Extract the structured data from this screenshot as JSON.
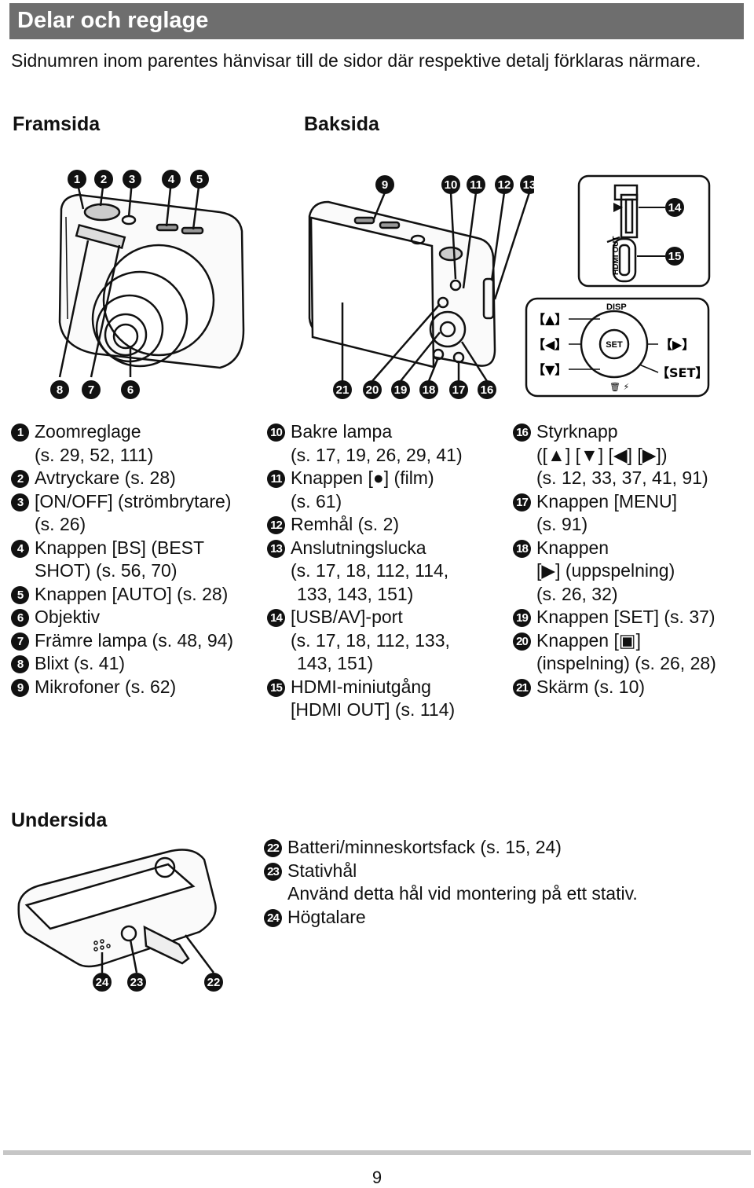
{
  "header": {
    "title": "Delar och reglage"
  },
  "intro": "Sidnumren inom parentes hänvisar till de sidor där respektive detalj förklaras närmare.",
  "labels": {
    "front": "Framsida",
    "back": "Baksida",
    "bottom": "Undersida"
  },
  "front_items": [
    {
      "n": "1",
      "lines": [
        "Zoomreglage",
        "(s. 29, 52, 111)"
      ]
    },
    {
      "n": "2",
      "lines": [
        "Avtryckare (s. 28)"
      ]
    },
    {
      "n": "3",
      "lines": [
        "[ON/OFF] (strömbrytare)",
        "(s. 26)"
      ]
    },
    {
      "n": "4",
      "lines": [
        "Knappen [BS] (BEST",
        "SHOT) (s. 56, 70)"
      ]
    },
    {
      "n": "5",
      "lines": [
        "Knappen [AUTO] (s. 28)"
      ]
    },
    {
      "n": "6",
      "lines": [
        "Objektiv"
      ]
    },
    {
      "n": "7",
      "lines": [
        "Främre lampa (s. 48, 94)"
      ]
    },
    {
      "n": "8",
      "lines": [
        "Blixt (s. 41)"
      ]
    },
    {
      "n": "9",
      "lines": [
        "Mikrofoner (s. 62)"
      ]
    }
  ],
  "back_items": [
    {
      "n": "10",
      "lines": [
        "Bakre lampa",
        "(s. 17, 19, 26, 29, 41)"
      ]
    },
    {
      "n": "11",
      "lines": [
        "Knappen [●] (film)",
        "(s. 61)"
      ]
    },
    {
      "n": "12",
      "lines": [
        "Remhål (s. 2)"
      ]
    },
    {
      "n": "13",
      "lines": [
        "Anslutningslucka",
        "(s. 17, 18, 112, 114,",
        "133, 143, 151)"
      ]
    },
    {
      "n": "14",
      "lines": [
        "[USB/AV]-port",
        "(s. 17, 18, 112, 133,",
        "143, 151)"
      ]
    },
    {
      "n": "15",
      "lines": [
        "HDMI-miniutgång",
        "[HDMI OUT] (s. 114)"
      ]
    }
  ],
  "right_items": [
    {
      "n": "16",
      "lines": [
        "Styrknapp",
        "([▲] [▼] [◀] [▶])",
        "(s. 12, 33, 37, 41, 91)"
      ]
    },
    {
      "n": "17",
      "lines": [
        "Knappen [MENU]",
        "(s. 91)"
      ]
    },
    {
      "n": "18",
      "lines": [
        "Knappen",
        "[▶] (uppspelning)",
        "(s. 26, 32)"
      ]
    },
    {
      "n": "19",
      "lines": [
        "Knappen [SET] (s. 37)"
      ]
    },
    {
      "n": "20",
      "lines": [
        "Knappen [▣]",
        "(inspelning) (s. 26, 28)"
      ]
    },
    {
      "n": "21",
      "lines": [
        "Skärm (s. 10)"
      ]
    }
  ],
  "bottom_items": [
    {
      "n": "22",
      "lines": [
        "Batteri/minneskortsfack (s. 15, 24)"
      ]
    },
    {
      "n": "23",
      "lines": [
        "Stativhål",
        "Använd detta hål vid montering på ett stativ."
      ]
    },
    {
      "n": "24",
      "lines": [
        "Högtalare"
      ]
    }
  ],
  "diagram_text": {
    "disp": "DISP",
    "set": "SET",
    "set_bracket": "【SET】",
    "up": "【▲】",
    "left": "【◀】",
    "right": "【▶】",
    "down": "【▼】",
    "hdmi_out": "HDMI OUT"
  },
  "page_number": "9"
}
